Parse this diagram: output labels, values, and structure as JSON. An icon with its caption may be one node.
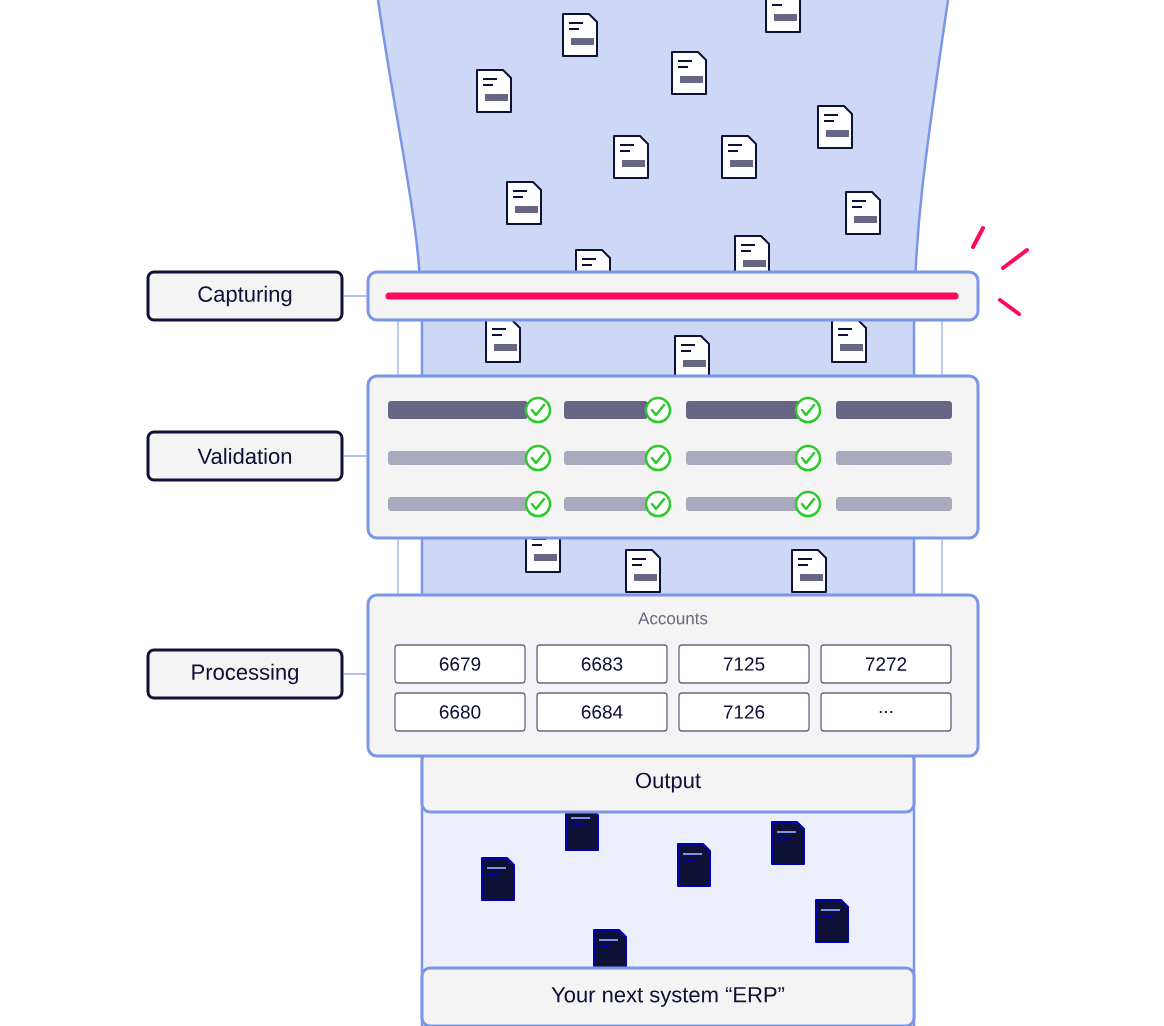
{
  "diagram": {
    "nodes": [
      {
        "text": [
          "Capturing"
        ]
      },
      {
        "text": [],
        "shape": "box"
      },
      {
        "text": [
          "Validation"
        ]
      },
      {
        "text": [],
        "shape": "box"
      },
      {
        "text": [
          "Processing"
        ]
      },
      {
        "text": [
          "Accounts"
        ]
      },
      {
        "text": [
          "6679"
        ],
        "in": 5
      },
      {
        "text": [
          "6683"
        ],
        "in": 5
      },
      {
        "text": [
          "7125"
        ],
        "in": 5
      },
      {
        "text": [
          "7272"
        ],
        "in": 5
      },
      {
        "text": [
          "6680"
        ],
        "in": 5
      },
      {
        "text": [
          "6684"
        ],
        "in": 5
      },
      {
        "text": [
          "7126"
        ],
        "in": 5
      },
      {
        "text": [
          "..."
        ],
        "in": 5
      },
      {
        "text": [
          "Output"
        ]
      },
      {
        "text": [
          "Your next system “ERP”"
        ]
      }
    ],
    "edges": [
      {
        "from": 0,
        "to": 1,
        "arrow": "none"
      },
      {
        "from": 2,
        "to": 3,
        "arrow": "none"
      },
      {
        "from": 4,
        "to": 5,
        "arrow": "none"
      }
    ]
  }
}
